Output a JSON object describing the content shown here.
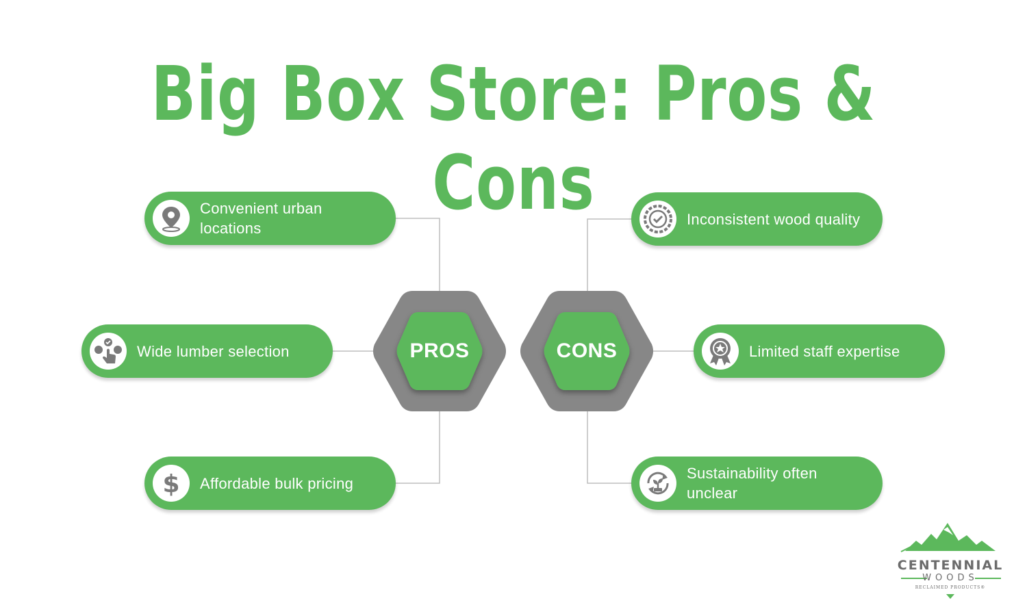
{
  "title": "Big Box Store: Pros & Cons",
  "colors": {
    "accent": "#5cb85c",
    "hexagon": "#878787",
    "connector": "#bdbdbd",
    "icon": "#7a7a7a"
  },
  "pros": {
    "label": "PROS",
    "items": [
      {
        "text": "Convenient urban locations",
        "icon": "map-pin-icon"
      },
      {
        "text": "Wide lumber selection",
        "icon": "selection-hand-icon"
      },
      {
        "text": "Affordable bulk pricing",
        "icon": "dollar-icon"
      }
    ]
  },
  "cons": {
    "label": "CONS",
    "items": [
      {
        "text": "Inconsistent wood quality",
        "icon": "quality-badge-icon"
      },
      {
        "text": "Limited staff expertise",
        "icon": "award-ribbon-icon"
      },
      {
        "text": "Sustainability often unclear",
        "icon": "recycle-plant-icon"
      }
    ]
  },
  "logo": {
    "name": "CENTENNIAL",
    "sub": "WOODS",
    "tagline": "RECLAIMED PRODUCTS®"
  }
}
